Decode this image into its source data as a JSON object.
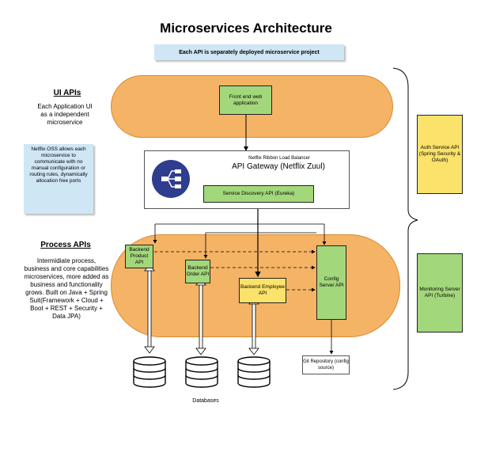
{
  "title": "Microservices Architecture",
  "banner": "Each API is separately deployed microservice project",
  "ui_apis": {
    "heading": "UI APIs",
    "text": "Each Application UI as a independent microservice"
  },
  "netflix_note": "Netflix OSS allows each microservice to communicate with no manual configuration or routing rules, dynamically allocation free ports",
  "process_apis": {
    "heading": "Process APIs",
    "text": "Intermidiate process, business and core capabilities microservices, more added as business and functionality grows. Built on Java + Spring Suit(Framework + Cloud + Boot + REST + Security + Data JPA)"
  },
  "nodes": {
    "frontend": "Front end web application",
    "gateway_sub": "Netflix Ribbon Load Balancer",
    "gateway_title": "API Gateway (Netflix Zuul)",
    "discovery": "Service Discovery API (Eureka)",
    "product": "Backend Product API",
    "order": "Backend Order API",
    "employee": "Backend Employee API",
    "config": "Config Server API",
    "git": "Git Repository (config source)",
    "auth": "Auth Service API (Spring Security & OAuth)",
    "monitoring": "Monitoring Server API (Turbine)"
  },
  "databases_label": "Databases",
  "colors": {
    "ellipse": "#f5b366",
    "green": "#a3d77b",
    "yellow": "#fbe26a",
    "note": "#cfe6f5",
    "gateway_icon": "#2f3d8f"
  },
  "icons": [
    "load-balancer-icon",
    "database-icon"
  ]
}
